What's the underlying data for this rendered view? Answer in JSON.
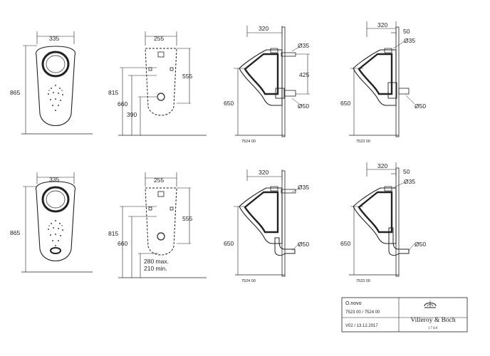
{
  "drawings": {
    "row1": {
      "front": {
        "width": "335",
        "height": "865"
      },
      "back": {
        "width": "255",
        "height_total": "815",
        "height_inner": "555",
        "h660": "660",
        "h390": "390"
      },
      "side1": {
        "depth": "320",
        "d_top": "Ø35",
        "d_bottom": "Ø50",
        "h425": "425",
        "h650": "650",
        "code": "7524 00"
      },
      "side2": {
        "depth": "320",
        "offset": "50",
        "d_top": "Ø35",
        "d_bottom": "Ø50",
        "h650": "650",
        "code": "7523 00"
      }
    },
    "row2": {
      "front": {
        "width": "335",
        "height": "865"
      },
      "back": {
        "width": "255",
        "height_total": "815",
        "height_inner": "555",
        "h660": "660",
        "range_max": "280 max.",
        "range_min": "210 min."
      },
      "side1": {
        "depth": "320",
        "d_top": "Ø35",
        "d_bottom": "Ø50",
        "h650": "650",
        "code": "7524 00"
      },
      "side2": {
        "depth": "320",
        "offset": "50",
        "d_top": "Ø35",
        "d_bottom": "Ø50",
        "h650": "650",
        "code": "7523 00"
      }
    }
  },
  "title_block": {
    "product": "O.novo",
    "article_numbers": "7523 00 / 7524 00",
    "version": "V02 / 13.12.2017",
    "brand": "Villeroy & Boch",
    "year": "1748"
  }
}
